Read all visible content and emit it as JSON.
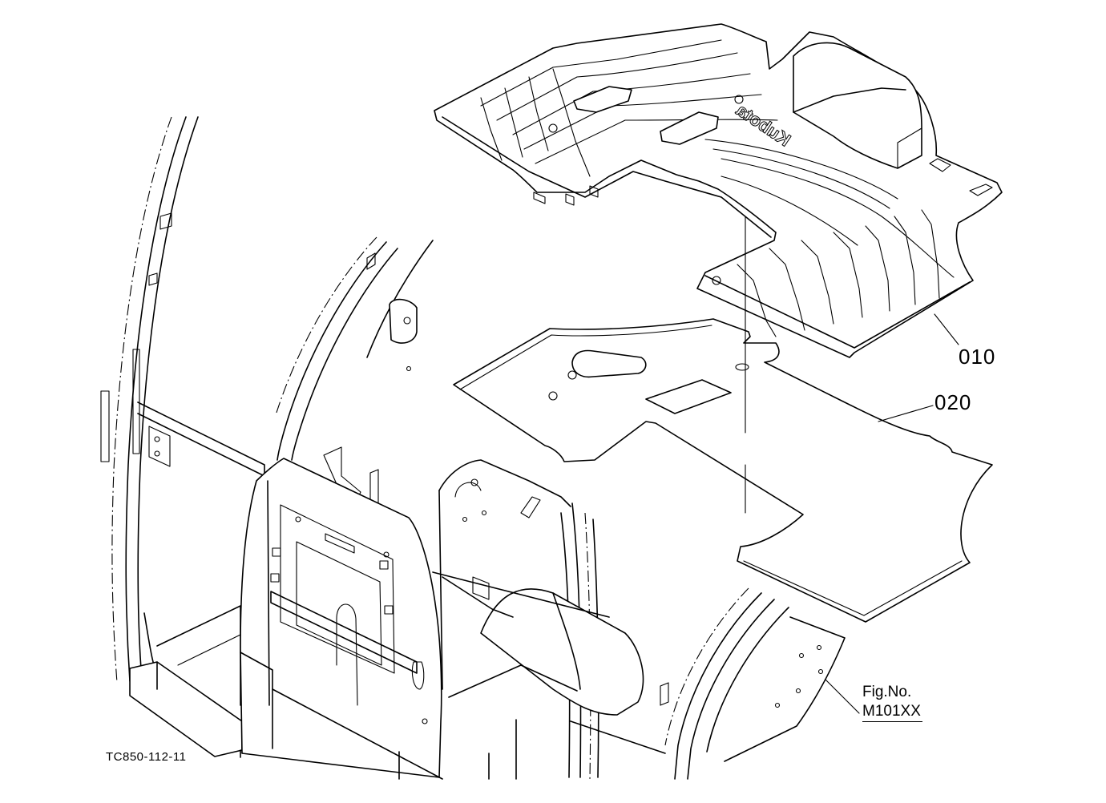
{
  "callouts": {
    "part_010": "010",
    "part_020": "020"
  },
  "figure": {
    "label": "Fig.No.",
    "number": "M101XX"
  },
  "drawing_code": "TC850-112-11",
  "brand_mark": "Kubota",
  "colors": {
    "ink": "#000000",
    "paper": "#ffffff"
  }
}
